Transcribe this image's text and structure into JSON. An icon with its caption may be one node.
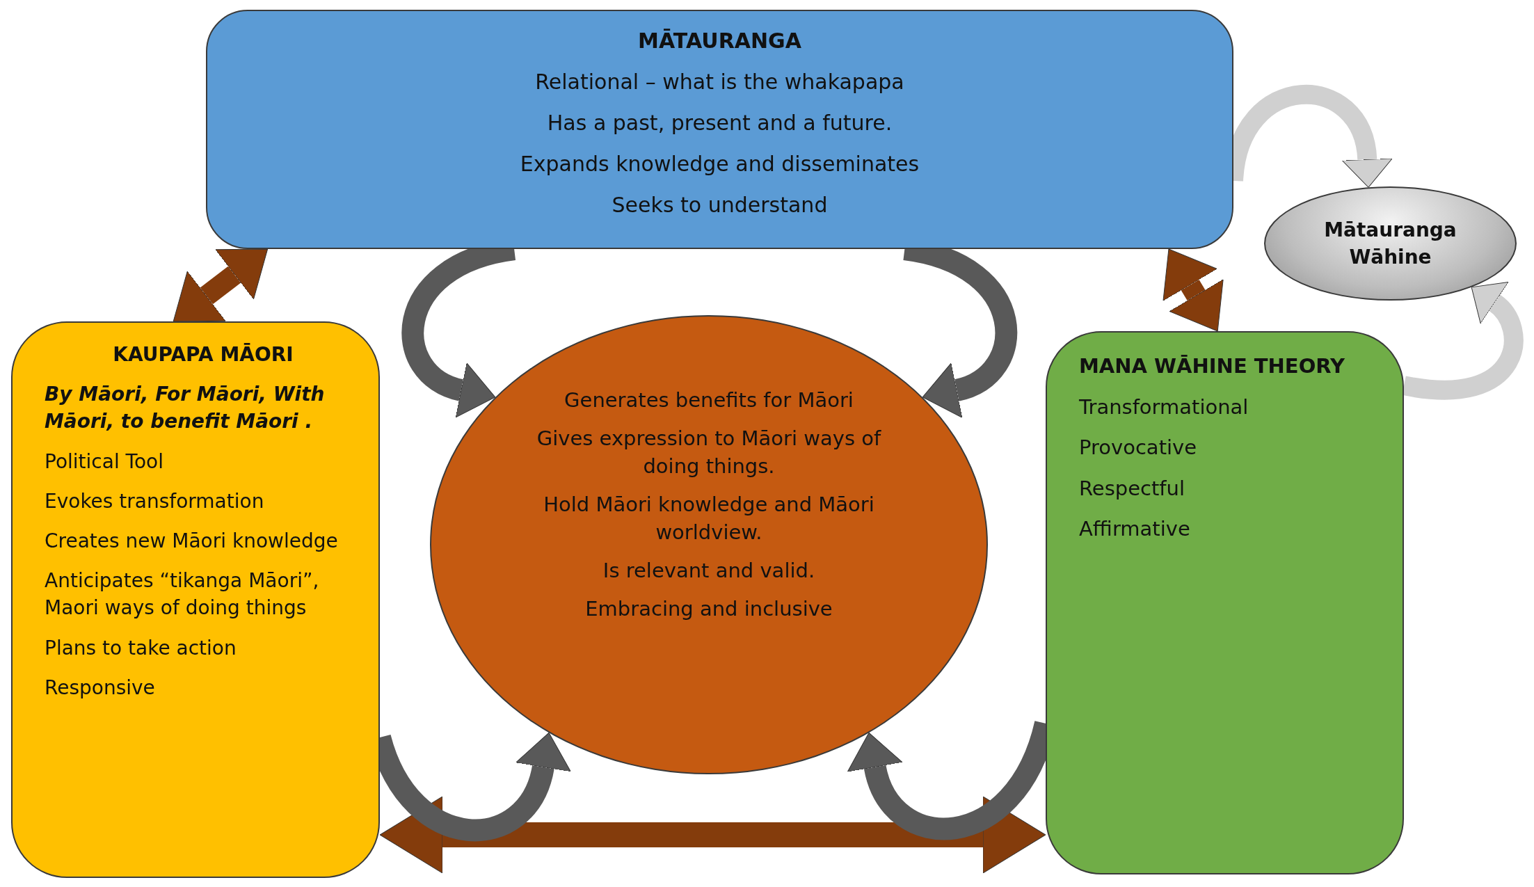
{
  "diagram": {
    "nodes": [
      {
        "text": [
          "MĀTAURANGA",
          "Relational – what is the whakapapa",
          "Has a past, present and a future.",
          "Expands knowledge and disseminates",
          "Seeks to understand"
        ]
      },
      {
        "text": [
          "Mātauranga Wāhine"
        ]
      },
      {
        "text": [
          "KAUPAPA MĀORI",
          "By Māori, For Māori, With Māori, to benefit Māori .",
          "Political Tool",
          "Evokes transformation",
          "Creates new Māori knowledge",
          "Anticipates “tikanga Māori”, Maori ways of doing things",
          "Plans to take action",
          "Responsive"
        ]
      },
      {
        "text": [
          "Generates benefits for Māori",
          "Gives expression to Māori ways of doing things.",
          "Hold Māori knowledge and Māori worldview.",
          "Is relevant and valid.",
          "Embracing and inclusive"
        ]
      },
      {
        "text": [
          "MANA WĀHINE THEORY",
          "Transformational",
          "Provocative",
          "Respectful",
          "Affirmative"
        ]
      }
    ],
    "edges": [
      {
        "from": 0,
        "to": 2,
        "arrow": "both",
        "color": "#843c0c"
      },
      {
        "from": 0,
        "to": 4,
        "arrow": "both",
        "color": "#843c0c"
      },
      {
        "from": 2,
        "to": 4,
        "arrow": "both",
        "color": "#843c0c"
      },
      {
        "from": 0,
        "to": 3,
        "arrow": "to"
      },
      {
        "from": 0,
        "to": 3,
        "arrow": "to"
      },
      {
        "from": 2,
        "to": 3,
        "arrow": "to"
      },
      {
        "from": 4,
        "to": 3,
        "arrow": "to"
      },
      {
        "from": 0,
        "to": 1,
        "arrow": "to",
        "color": "#d0d0d0"
      },
      {
        "from": 4,
        "to": 1,
        "arrow": "to",
        "color": "#d0d0d0"
      }
    ]
  }
}
